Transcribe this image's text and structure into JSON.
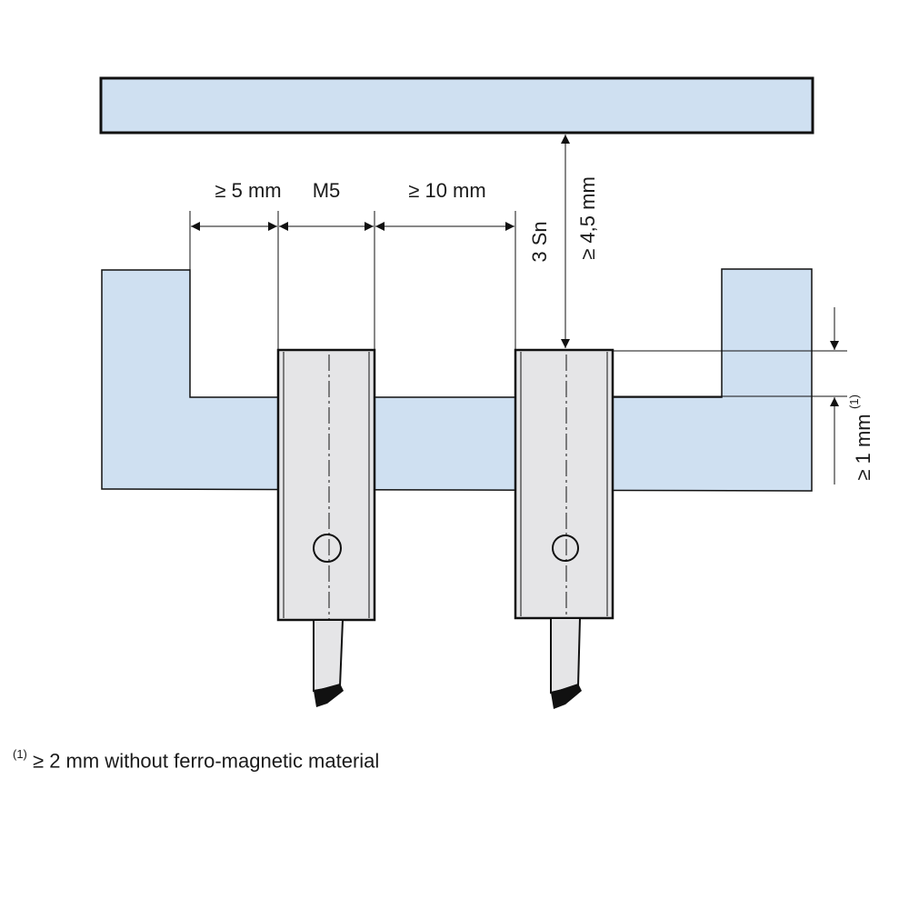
{
  "colors": {
    "metal": "#cfe0f1",
    "sensor_body": "#e5e5e7",
    "outline": "#111111",
    "text": "#1a1a1a"
  },
  "labels": {
    "side_gap": "≥ 5 mm",
    "thread": "M5",
    "between_gap": "≥ 10 mm",
    "sensing_distance": "3 Sn",
    "target_distance": "≥ 4,5 mm",
    "protrusion": "≥ 1 mm",
    "protrusion_note": "(1)"
  },
  "footnote": {
    "marker": "(1)",
    "text": " ≥ 2 mm without ferro-magnetic material"
  }
}
